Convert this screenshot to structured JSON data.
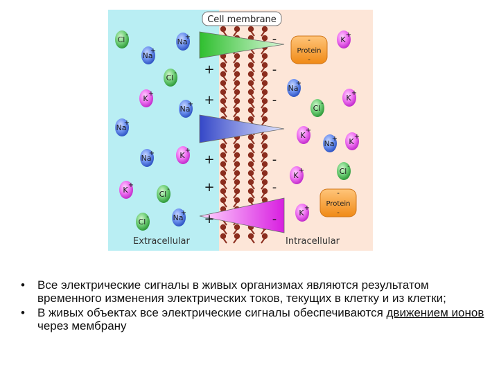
{
  "diagram": {
    "membrane_label": "Cell membrane",
    "extracellular_label": "Extracellular",
    "intracellular_label": "Intracellular",
    "colors": {
      "extracellular_bg": "#b9eef3",
      "intracellular_bg": "#fde6d8",
      "membrane": "#8b2d1e",
      "na": "#3f6fe0",
      "k": "#e040e8",
      "cl": "#3fb84a",
      "protein": "#f59a2a",
      "channel_1": "#3ec43e",
      "channel_2": "#4558d8",
      "channel_3": "#e23ee6"
    },
    "outside_charges": [
      "+",
      "+",
      "+",
      "+",
      "+"
    ],
    "inside_charges": [
      "-",
      "-",
      "-",
      "-",
      "-",
      "-"
    ],
    "ions_outside": [
      {
        "symbol": "Cl",
        "charge": "-"
      },
      {
        "symbol": "Na",
        "charge": "+"
      },
      {
        "symbol": "Na",
        "charge": "+"
      },
      {
        "symbol": "Cl",
        "charge": "-"
      },
      {
        "symbol": "K",
        "charge": "+"
      },
      {
        "symbol": "Na",
        "charge": "+"
      },
      {
        "symbol": "Na",
        "charge": "+"
      },
      {
        "symbol": "Na",
        "charge": "+"
      },
      {
        "symbol": "K",
        "charge": "+"
      },
      {
        "symbol": "K",
        "charge": "+"
      },
      {
        "symbol": "Cl",
        "charge": "-"
      },
      {
        "symbol": "Cl",
        "charge": "-"
      },
      {
        "symbol": "Na",
        "charge": "+"
      }
    ],
    "ions_inside": [
      {
        "symbol": "K",
        "charge": "+"
      },
      {
        "symbol": "Na",
        "charge": "+"
      },
      {
        "symbol": "K",
        "charge": "+"
      },
      {
        "symbol": "Cl",
        "charge": "-"
      },
      {
        "symbol": "K",
        "charge": "+"
      },
      {
        "symbol": "Na",
        "charge": "+"
      },
      {
        "symbol": "K",
        "charge": "+"
      },
      {
        "symbol": "K",
        "charge": "+"
      },
      {
        "symbol": "Cl",
        "charge": "-"
      },
      {
        "symbol": "K",
        "charge": "+"
      }
    ],
    "proteins": [
      {
        "label": "Protein",
        "charge_top": "-",
        "charge_bottom": "-"
      },
      {
        "label": "Protein",
        "charge_top": "-",
        "charge_bottom": "-"
      }
    ]
  },
  "bullets": [
    {
      "marker": "•",
      "text": "Все электрические сигналы в живых организмах являются результатом временного изменения электрических токов, текущих в клетку и из клетки;"
    },
    {
      "marker": "•",
      "text_before": "В живых объектах все электрические сигналы обеспечиваются ",
      "text_underlined": "движением ионов",
      "text_after": " через мембрану"
    }
  ]
}
